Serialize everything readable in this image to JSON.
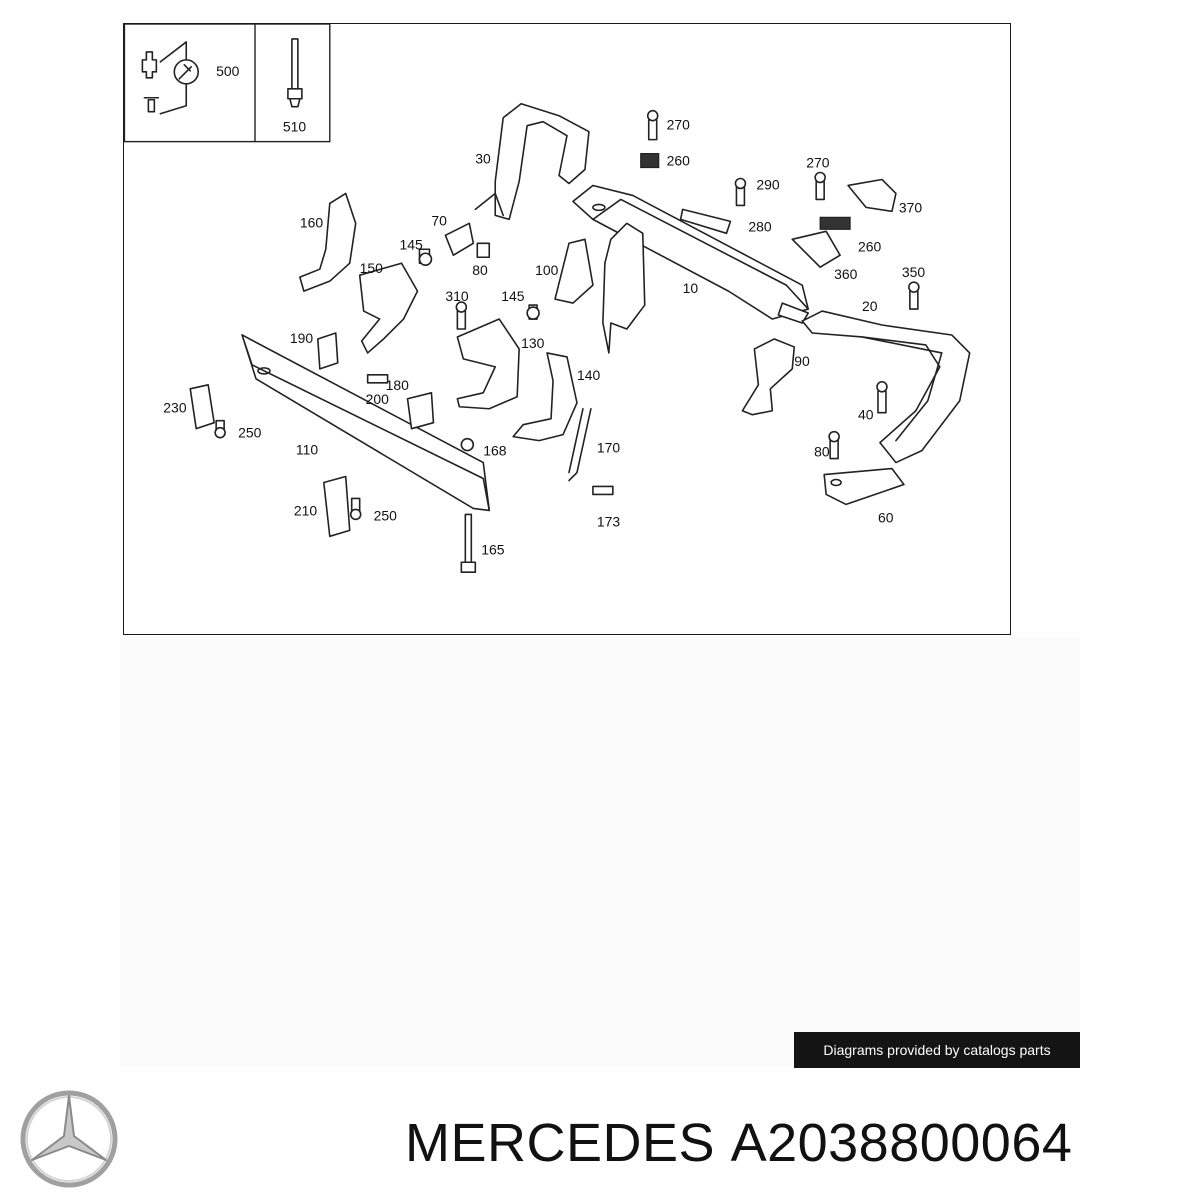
{
  "diagram": {
    "callouts": [
      "500",
      "510",
      "30",
      "270",
      "260",
      "270",
      "290",
      "370",
      "160",
      "70",
      "145",
      "80",
      "280",
      "260",
      "150",
      "100",
      "10",
      "360",
      "350",
      "310",
      "145",
      "20",
      "190",
      "130",
      "140",
      "90",
      "200",
      "180",
      "230",
      "250",
      "40",
      "110",
      "168",
      "170",
      "80",
      "60",
      "210",
      "250",
      "173",
      "165"
    ]
  },
  "credit_text": "Diagrams provided by catalogs parts",
  "brand": {
    "name": "MERCEDES",
    "part_number": "A2038800064",
    "logo": "mercedes-star-logo"
  }
}
